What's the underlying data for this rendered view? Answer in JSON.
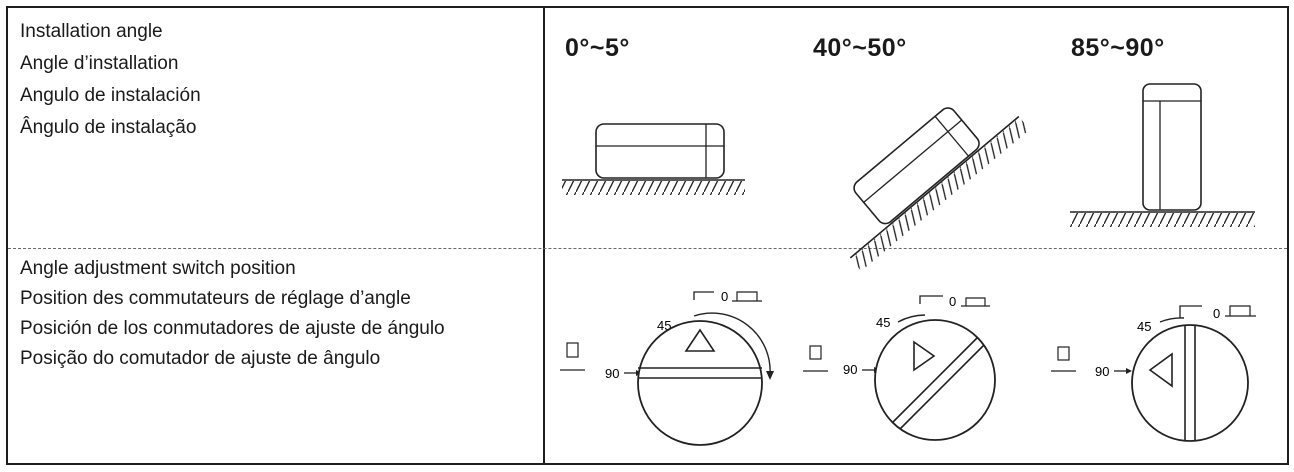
{
  "installation": {
    "labels": [
      "Installation angle",
      "Angle d’installation",
      "Angulo de instalación",
      "Ângulo de instalação"
    ]
  },
  "switch": {
    "labels": [
      "Angle adjustment switch position",
      "Position des commutateurs de réglage d’angle",
      "Posición de los conmutadores de ajuste de ángulo",
      "Posição do comutador de ajuste de ângulo"
    ]
  },
  "angles": [
    "0°~5°",
    "40°~50°",
    "85°~90°"
  ],
  "dial": {
    "mark_0": "0",
    "mark_45": "45",
    "mark_90": "90"
  }
}
